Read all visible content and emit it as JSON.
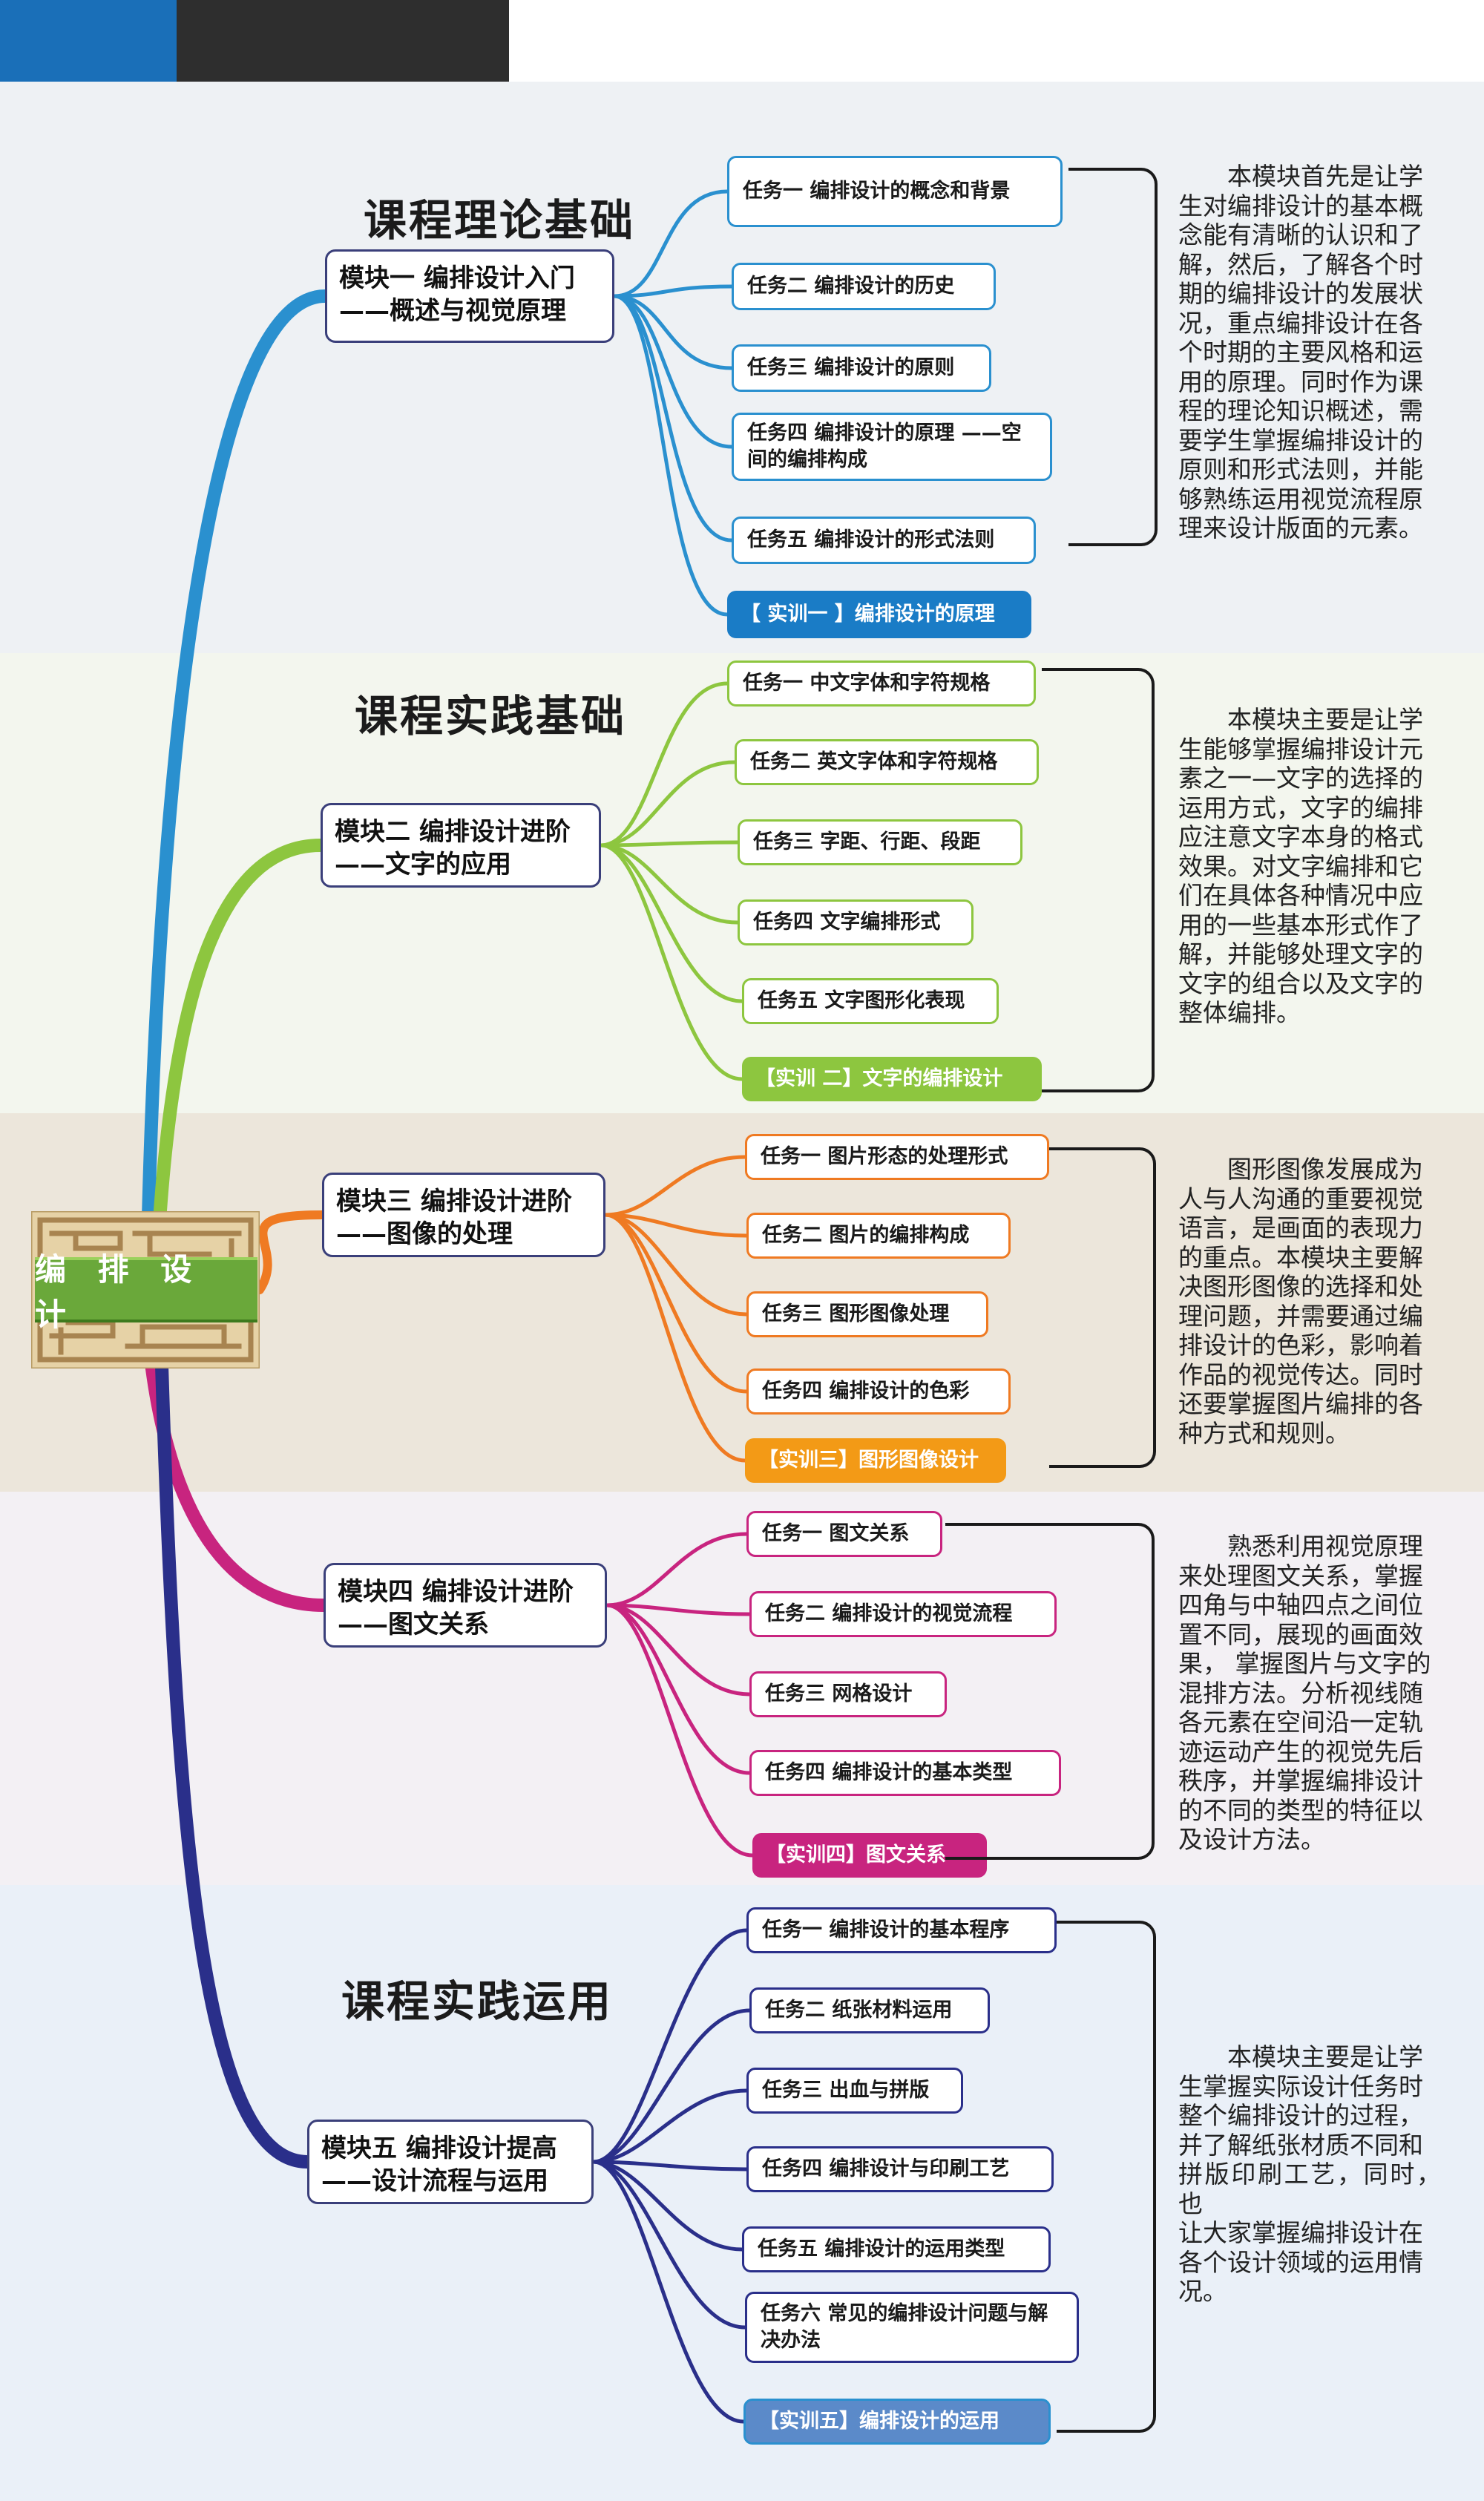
{
  "center": {
    "label": "编 排 设 计",
    "icon": "maze-icon"
  },
  "colors": {
    "blue": "#2a90cf",
    "green": "#8dc63f",
    "orange": "#ef7a22",
    "magenta": "#c8247f",
    "navy": "#2a2f8a",
    "top_bar_blue": "#1a6fb8",
    "top_bar_dark": "#2e2e2e"
  },
  "sections": [
    {
      "title": "课程理论基础"
    },
    {
      "title": "课程实践基础"
    },
    {
      "title": "课程实践运用"
    }
  ],
  "modules": [
    {
      "title_line1": "模块一 编排设计入门",
      "title_line2": "——概述与视觉原理",
      "tasks": [
        {
          "label": "任务一 编排设计的概念和背景"
        },
        {
          "label": "任务二 编排设计的历史"
        },
        {
          "label": "任务三 编排设计的原则"
        },
        {
          "label": "任务四 编排设计的原理 ——空间的编排构成"
        },
        {
          "label": "任务五 编排设计的形式法则"
        },
        {
          "label": "【 实训一 】编排设计的原理"
        }
      ],
      "description": [
        "本模块首先是让学",
        "生对编排设计的基本概",
        "念能有清晰的认识和了",
        "解，然后，了解各个时",
        "期的编排设计的发展状",
        "况，重点编排设计在各",
        "个时期的主要风格和运",
        "用的原理。同时作为课",
        "程的理论知识概述，需",
        "要学生掌握编排设计的",
        "原则和形式法则，并能",
        "够熟练运用视觉流程原",
        "理来设计版面的元素。"
      ]
    },
    {
      "title_line1": "模块二 编排设计进阶",
      "title_line2": "——文字的应用",
      "tasks": [
        {
          "label": "任务一 中文字体和字符规格"
        },
        {
          "label": "任务二 英文字体和字符规格"
        },
        {
          "label": "任务三 字距、行距、段距"
        },
        {
          "label": "任务四 文字编排形式"
        },
        {
          "label": "任务五 文字图形化表现"
        },
        {
          "label": "【实训 二】文字的编排设计"
        }
      ],
      "description": [
        "本模块主要是让学",
        "生能够掌握编排设计元",
        "素之一—文字的选择的",
        "运用方式，文字的编排",
        "应注意文字本身的格式",
        "效果。对文字编排和它",
        "们在具体各种情况中应",
        "用的一些基本形式作了",
        "解，并能够处理文字的",
        "文字的组合以及文字的",
        "整体编排。"
      ]
    },
    {
      "title_line1": "模块三 编排设计进阶",
      "title_line2": "——图像的处理",
      "tasks": [
        {
          "label": "任务一 图片形态的处理形式"
        },
        {
          "label": "任务二 图片的编排构成"
        },
        {
          "label": "任务三 图形图像处理"
        },
        {
          "label": "任务四 编排设计的色彩"
        },
        {
          "label": "【实训三】图形图像设计"
        }
      ],
      "description": [
        "图形图像发展成为",
        "人与人沟通的重要视觉",
        "语言，是画面的表现力",
        "的重点。本模块主要解",
        "决图形图像的选择和处",
        "理问题，并需要通过编",
        "排设计的色彩，影响着",
        "作品的视觉传达。同时",
        "还要掌握图片编排的各",
        "种方式和规则。"
      ]
    },
    {
      "title_line1": "模块四 编排设计进阶",
      "title_line2": "——图文关系",
      "tasks": [
        {
          "label": "任务一 图文关系"
        },
        {
          "label": "任务二 编排设计的视觉流程"
        },
        {
          "label": "任务三 网格设计"
        },
        {
          "label": "任务四 编排设计的基本类型"
        },
        {
          "label": "【实训四】图文关系"
        }
      ],
      "description": [
        "熟悉利用视觉原理",
        "来处理图文关系，掌握",
        "四角与中轴四点之间位",
        "置不同，展现的画面效",
        "果， 掌握图片与文字的",
        "混排方法。分析视线随",
        "各元素在空间沿一定轨",
        "迹运动产生的视觉先后",
        "秩序，并掌握编排设计",
        "的不同的类型的特征以",
        "及设计方法。"
      ]
    },
    {
      "title_line1": "模块五 编排设计提高",
      "title_line2": "——设计流程与运用",
      "tasks": [
        {
          "label": "任务一 编排设计的基本程序"
        },
        {
          "label": "任务二 纸张材料运用"
        },
        {
          "label": "任务三 出血与拼版"
        },
        {
          "label": "任务四 编排设计与印刷工艺"
        },
        {
          "label": "任务五 编排设计的运用类型"
        },
        {
          "label": "任务六 常见的编排设计问题与解决办法"
        },
        {
          "label": "【实训五】编排设计的运用"
        }
      ],
      "description": [
        "本模块主要是让学",
        "生掌握实际设计任务时",
        "整个编排设计的过程，",
        "并了解纸张材质不同和",
        "拼版印刷工艺，同时，也",
        "让大家掌握编排设计在",
        "各个设计领域的运用情",
        "况。"
      ]
    }
  ]
}
